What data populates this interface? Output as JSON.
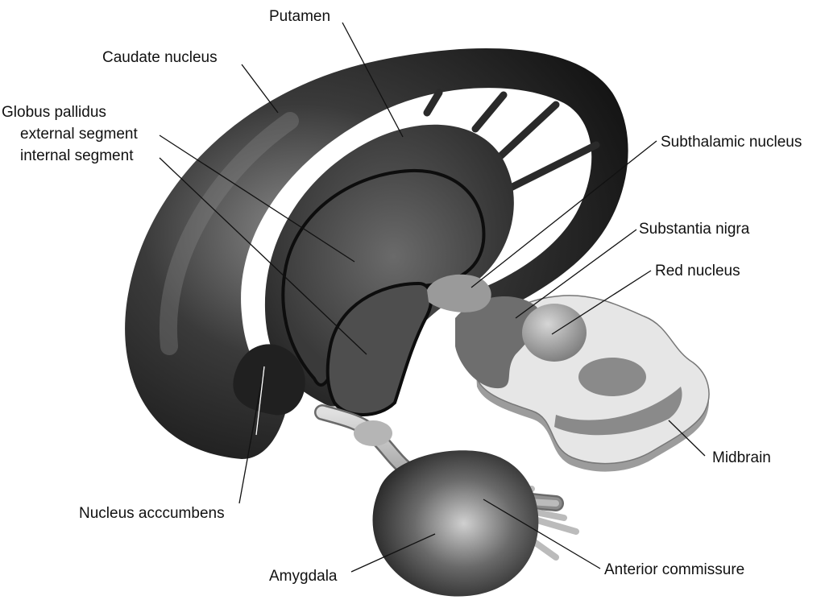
{
  "labels": {
    "putamen": "Putamen",
    "caudate_nucleus": "Caudate nucleus",
    "globus_pallidus": "Globus pallidus",
    "external_segment": "external segment",
    "internal_segment": "internal segment",
    "subthalamic_nucleus": "Subthalamic nucleus",
    "substantia_nigra": "Substantia nigra",
    "red_nucleus": "Red nucleus",
    "midbrain": "Midbrain",
    "nucleus_accumbens": "Nucleus acccumbens",
    "amygdala": "Amygdala",
    "anterior_commissure": "Anterior commissure"
  },
  "colors": {
    "dark_structure": "#2b2b2b",
    "mid_structure": "#5a5a5a",
    "light_structure": "#bdbdbd",
    "midbrain_surface": "#e3e3e3",
    "background": "#ffffff"
  }
}
